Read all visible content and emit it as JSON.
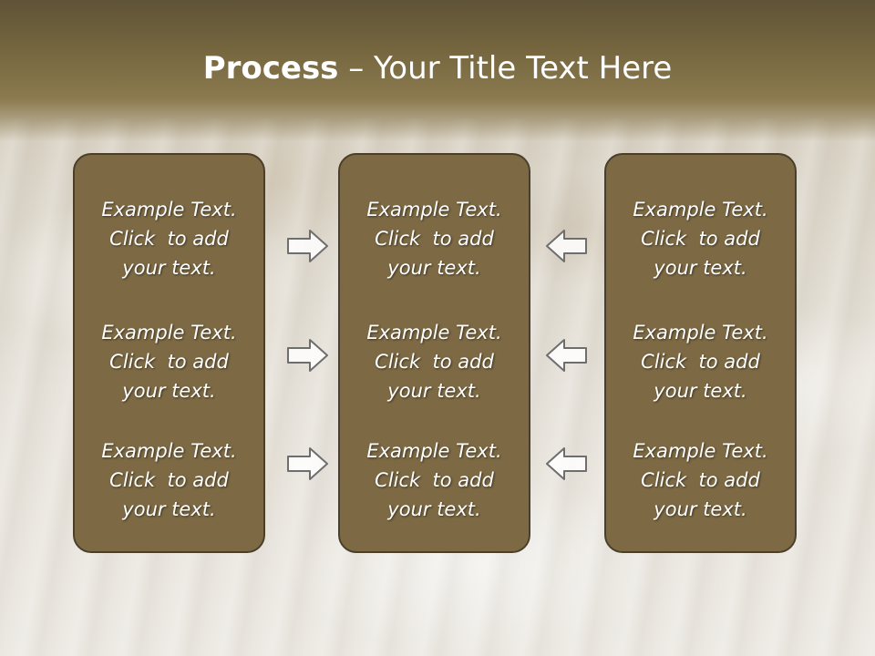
{
  "slide": {
    "title_bold": "Process",
    "title_rest": " – Your Title Text Here"
  },
  "columns": [
    {
      "items": [
        {
          "line1": "Example Text.",
          "line2": "Click  to add",
          "line3": "your text."
        },
        {
          "line1": "Example Text.",
          "line2": "Click  to add",
          "line3": "your text."
        },
        {
          "line1": "Example Text.",
          "line2": "Click  to add",
          "line3": "your text."
        }
      ]
    },
    {
      "items": [
        {
          "line1": "Example Text.",
          "line2": "Click  to add",
          "line3": "your text."
        },
        {
          "line1": "Example Text.",
          "line2": "Click  to add",
          "line3": "your text."
        },
        {
          "line1": "Example Text.",
          "line2": "Click  to add",
          "line3": "your text."
        }
      ]
    },
    {
      "items": [
        {
          "line1": "Example Text.",
          "line2": "Click  to add",
          "line3": "your text."
        },
        {
          "line1": "Example Text.",
          "line2": "Click  to add",
          "line3": "your text."
        },
        {
          "line1": "Example Text.",
          "line2": "Click  to add",
          "line3": "your text."
        }
      ]
    }
  ],
  "arrows": {
    "left_group": "arrow-right-icon",
    "right_group": "arrow-left-icon"
  },
  "colors": {
    "box_fill": "#7d6a44",
    "box_border": "#4a3f2a",
    "header": "#75663f",
    "arrow_fill": "#ffffff",
    "arrow_stroke": "#6e6e6e"
  }
}
